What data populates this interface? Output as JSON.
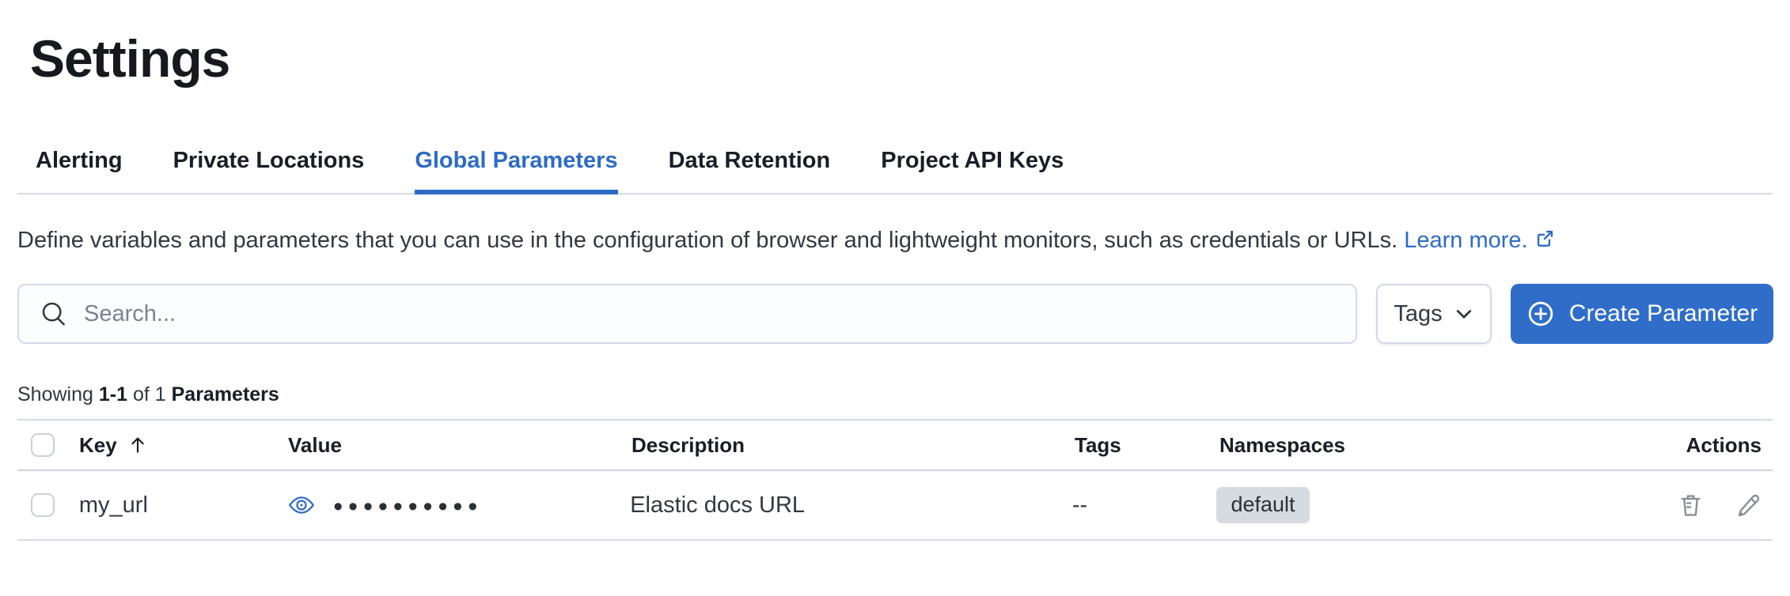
{
  "page": {
    "title": "Settings"
  },
  "tabs": [
    {
      "label": "Alerting",
      "active": false
    },
    {
      "label": "Private Locations",
      "active": false
    },
    {
      "label": "Global Parameters",
      "active": true
    },
    {
      "label": "Data Retention",
      "active": false
    },
    {
      "label": "Project API Keys",
      "active": false
    }
  ],
  "description": {
    "text": "Define variables and parameters that you can use in the configuration of browser and lightweight monitors, such as credentials or URLs.",
    "link_label": "Learn more."
  },
  "toolbar": {
    "search_placeholder": "Search...",
    "tags_button_label": "Tags",
    "create_button_label": "Create Parameter"
  },
  "summary": {
    "showing": "Showing",
    "range": "1-1",
    "of": "of 1",
    "entity": "Parameters"
  },
  "table": {
    "headers": {
      "key": "Key",
      "value": "Value",
      "description": "Description",
      "tags": "Tags",
      "namespaces": "Namespaces",
      "actions": "Actions"
    },
    "rows": [
      {
        "key": "my_url",
        "value_masked": "••••••••••",
        "description": "Elastic docs URL",
        "tags": "--",
        "namespace": "default"
      }
    ]
  },
  "colors": {
    "accent_blue": "#2e6bc4",
    "button_blue": "#2f6dc9",
    "badge_bg": "#d6dae1",
    "divider": "#d3dae6"
  }
}
